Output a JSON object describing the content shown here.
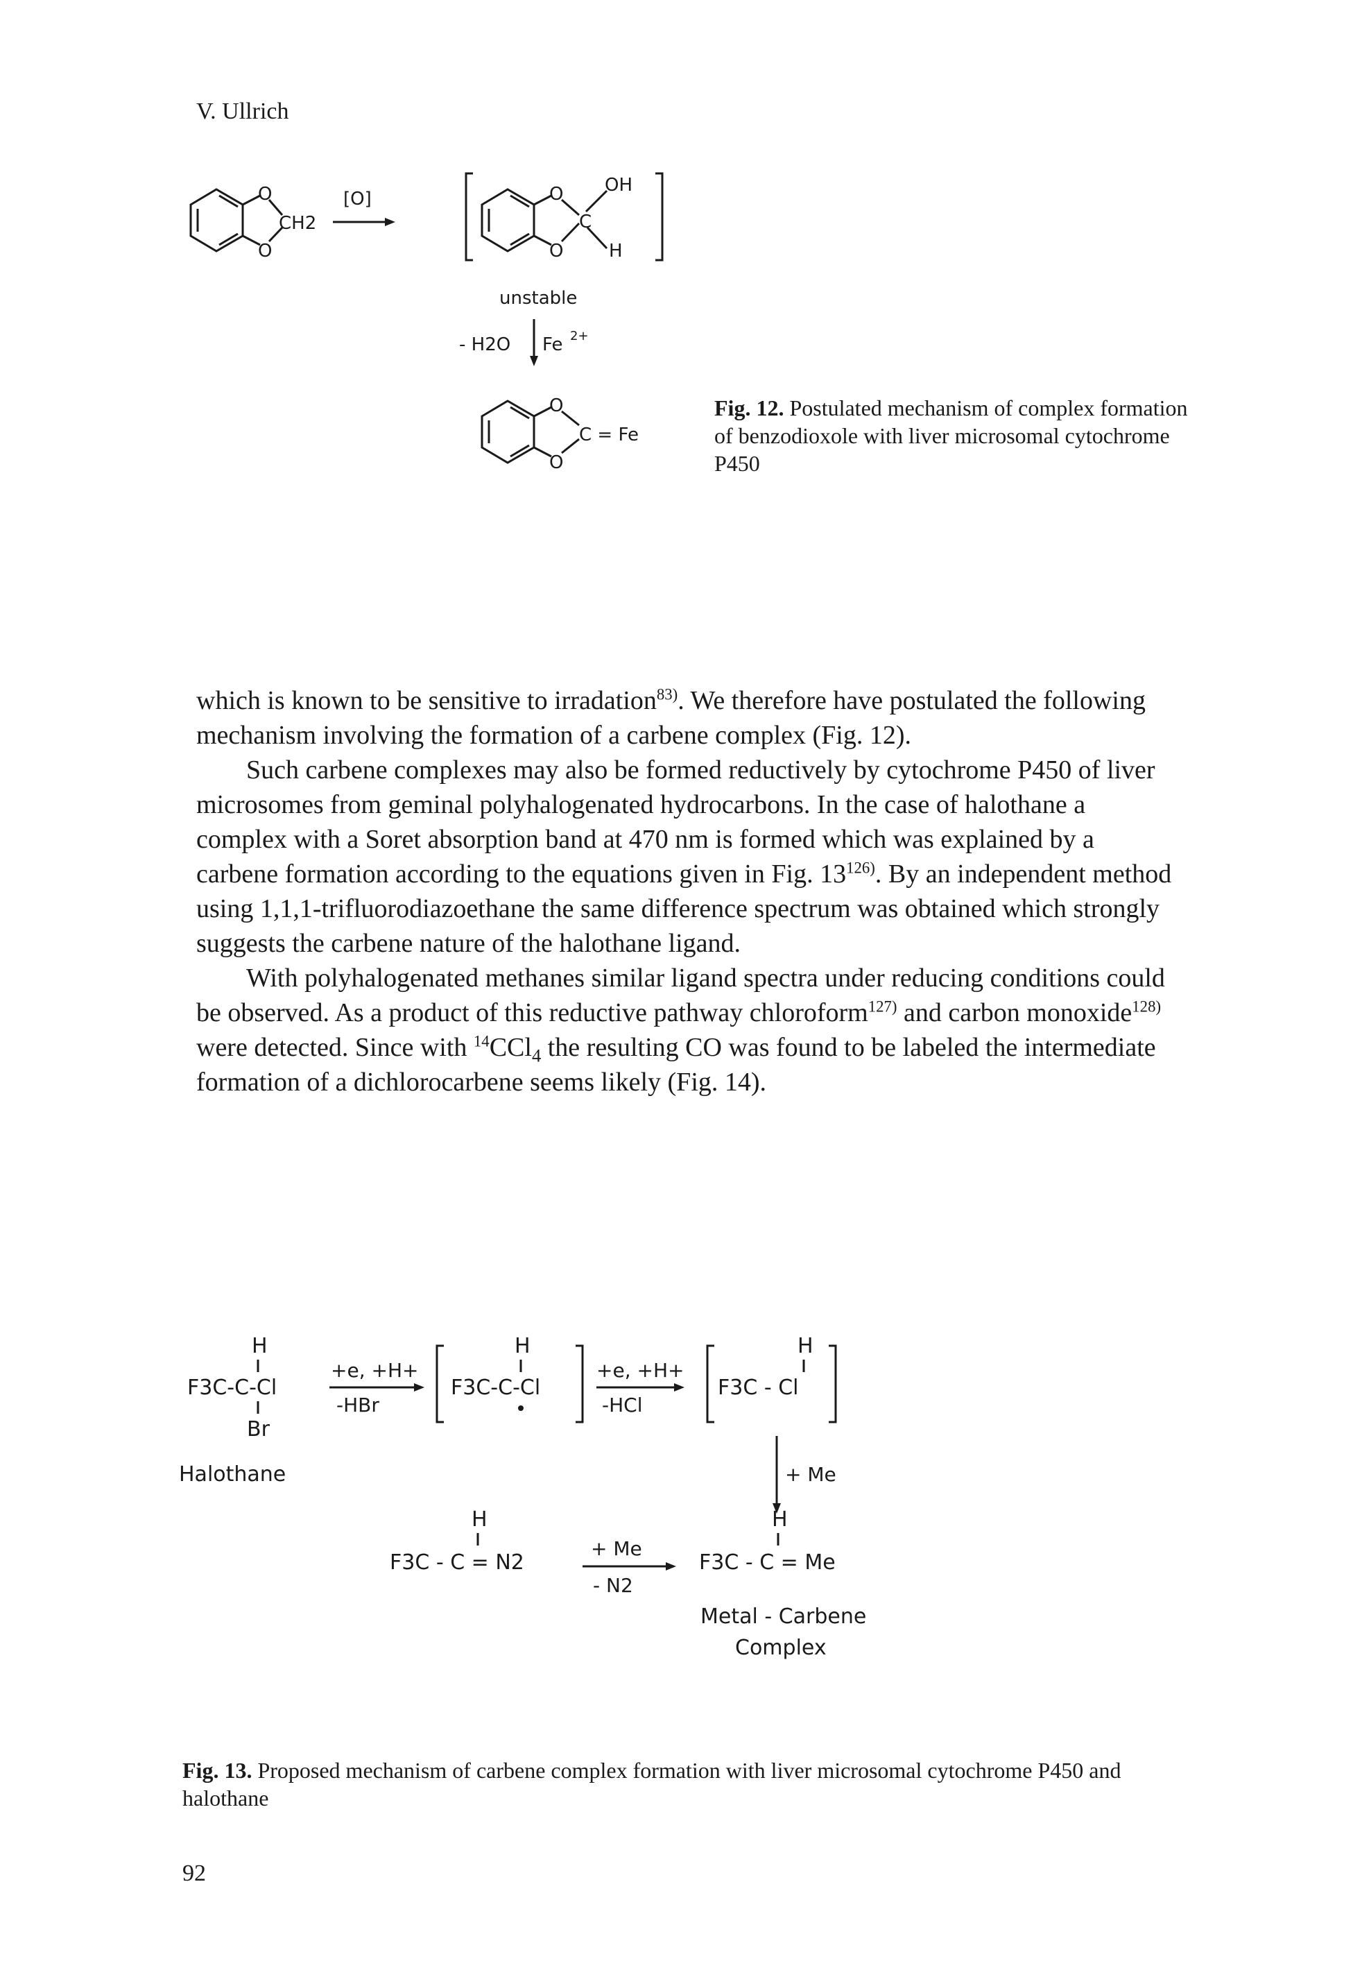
{
  "header": {
    "author": "V. Ullrich"
  },
  "fig12": {
    "reagent": "[O]",
    "ch2": "CH2",
    "o": "O",
    "oh": "OH",
    "c": "C",
    "h": "H",
    "unstable": "unstable",
    "minus_h2o": "- H2O",
    "fe2": "Fe",
    "fe2_charge": "2+",
    "eq_fe": "C = Fe",
    "caption_label": "Fig. 12.",
    "caption_text": "Postulated mechanism of complex formation of benzodioxole with liver microsomal cytochrome P450"
  },
  "body": {
    "p1_a": "which is known to be sensitive to irradation",
    "p1_ref": "83)",
    "p1_b": ". We therefore have postulated the following mechanism involving the formation of a carbene complex (Fig. 12).",
    "p2_a": "Such carbene complexes may also be formed reductively by cytochrome P450 of liver microsomes from geminal polyhalogenated hydrocarbons. In the case of halothane a complex with a Soret absorption band at 470 nm is formed which was explained by a carbene formation according to the equations given in Fig. 13",
    "p2_ref": "126)",
    "p2_b": ". By an independent method using 1,1,1-trifluorodiazoethane the same difference spectrum was obtained which strongly suggests the carbene nature of the halothane ligand.",
    "p3_a": "With polyhalogenated methanes similar ligand spectra under reducing conditions could be observed. As a product of this reductive pathway chloroform",
    "p3_ref1": "127)",
    "p3_b": " and carbon monoxide",
    "p3_ref2": "128)",
    "p3_c": " were detected. Since with ",
    "p3_iso": "14",
    "p3_ccl": "CCl",
    "p3_sub": "4",
    "p3_d": " the resulting CO was found to be labeled the intermediate formation of a dichlorocarbene seems likely (Fig. 14)."
  },
  "fig13": {
    "h": "H",
    "f3c_c_cl": "F3C-C-Cl",
    "br": "Br",
    "halothane": "Halothane",
    "step1_top": "+e, +H+",
    "step1_bottom": "-HBr",
    "step2_top": "+e, +H+",
    "step2_bottom": "-HCl",
    "f3c_cl": "F3C - Cl",
    "plus_me": "+ Me",
    "diazo": "F3C - C = N2",
    "minus_n2": "- N2",
    "carbene": "F3C - C = Me",
    "metal_carbene": "Metal - Carbene",
    "complex": "Complex",
    "caption_label": "Fig. 13.",
    "caption_text": "Proposed mechanism of carbene complex formation with liver microsomal cytochrome P450 and halothane"
  },
  "footer": {
    "page_number": "92"
  }
}
